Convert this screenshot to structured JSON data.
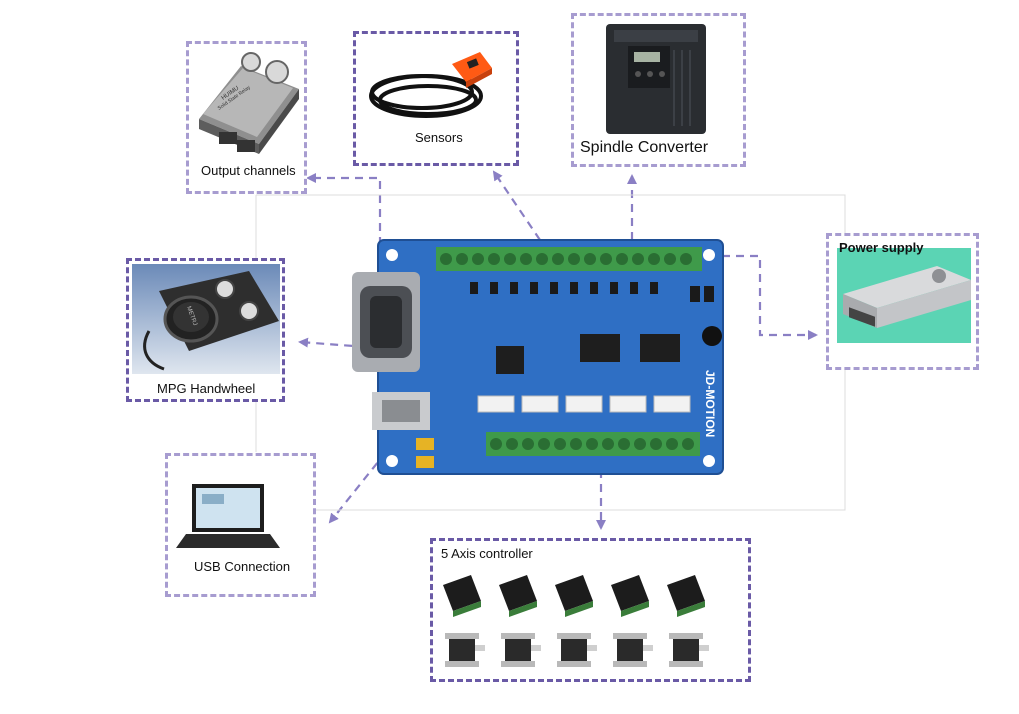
{
  "boxes": {
    "output_channels": "Output channels",
    "sensors": "Sensors",
    "spindle_converter": "Spindle Converter",
    "power_supply": "Power  supply",
    "mpg_handwheel": "MPG Handwheel",
    "usb_connection": "USB Connection",
    "axis_controller": "5 Axis controller"
  },
  "board": {
    "brand": "JD-MOTION",
    "relay_text": "HUIMU",
    "relay_line2": "Solid State Relay",
    "handwheel_text": "METRJ"
  },
  "colors": {
    "board_blue": "#2f6fc4",
    "terminal_green": "#3f9a4a",
    "frame_dark": "#6a5aa6",
    "frame_light": "#a79cd0",
    "arrow": "#8a7fc4"
  }
}
